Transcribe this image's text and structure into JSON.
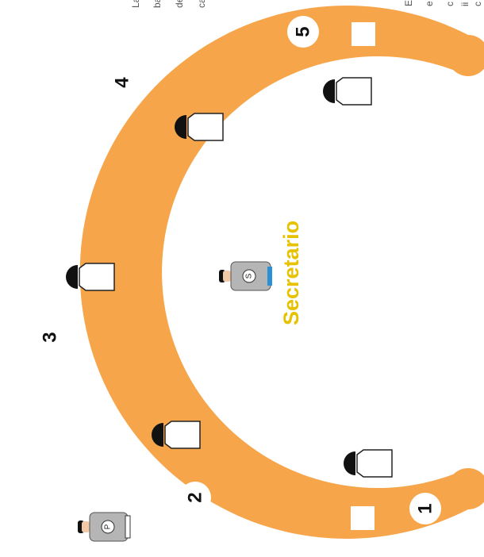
{
  "colors": {
    "arena": "#f7a54a",
    "label": "#e6c200",
    "chair_line": "#222222",
    "head": "#111111",
    "table_badge": "#2a8fd6",
    "shirt": "#b5b5b5"
  },
  "cutoff_text": {
    "left": [
      "La",
      "ba",
      "de",
      "ca"
    ],
    "right": [
      "E",
      "e",
      "c",
      "ii",
      "c"
    ]
  },
  "stations": [
    "1",
    "2",
    "3",
    "4",
    "5"
  ],
  "secretario": {
    "label": "Secretario",
    "badge": "S"
  },
  "presidente": {
    "badge": "P"
  }
}
